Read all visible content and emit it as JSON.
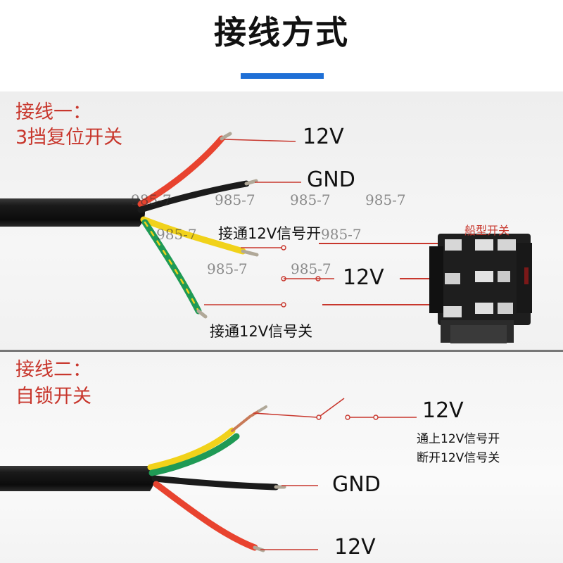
{
  "title": "接线方式",
  "colors": {
    "title_bar": "#1f6fd6",
    "accent_red": "#c8372d",
    "wire_red": "#e8432f",
    "wire_black": "#1b1b1b",
    "wire_yellow": "#f1d21a",
    "wire_green": "#1f9a55"
  },
  "section1": {
    "title_line1": "接线一：",
    "title_line2": "3挡复位开关",
    "label_12v_top": "12V",
    "label_gnd": "GND",
    "label_on": "接通12V信号开",
    "label_12v_mid": "12V",
    "label_off": "接通12V信号关",
    "switch_label": "船型开关",
    "watermark": "985-7"
  },
  "section2": {
    "title_line1": "接线二：",
    "title_line2": "自锁开关",
    "label_12v_switch": "12V",
    "note_line1": "通上12V信号开",
    "note_line2": "断开12V信号关",
    "label_gnd": "GND",
    "label_12v_bottom": "12V"
  }
}
